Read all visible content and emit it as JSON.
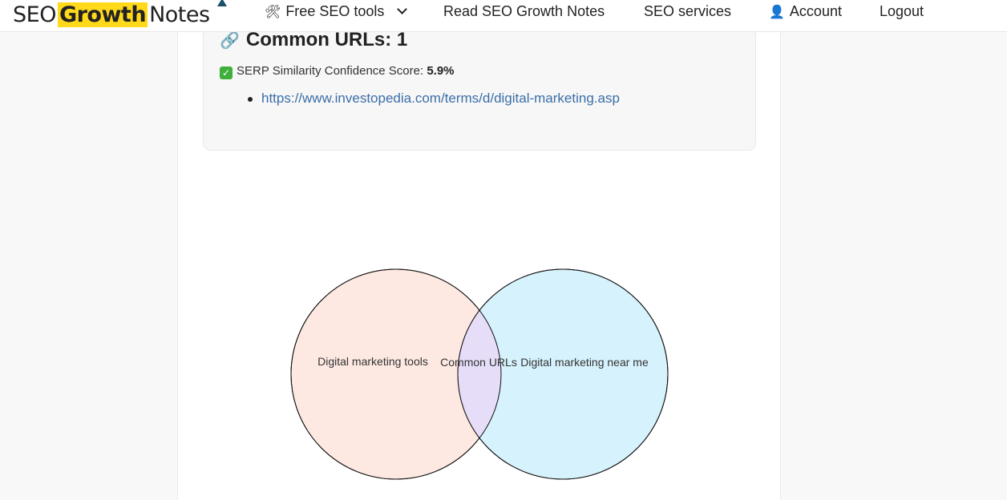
{
  "header": {
    "logo": {
      "seo": "SEO",
      "growth": "Growth",
      "notes": "Notes"
    },
    "nav": [
      {
        "icon": "🛠",
        "label": "Free SEO tools"
      },
      {
        "label": "Read SEO Growth Notes"
      },
      {
        "label": "SEO services"
      },
      {
        "icon": "👤",
        "label": "Account"
      },
      {
        "label": "Logout"
      }
    ]
  },
  "results": {
    "title": "Common URLs: 1",
    "score_label": "SERP Similarity Confidence Score:",
    "score_value": "5.9%",
    "urls": [
      "https://www.investopedia.com/terms/d/digital-marketing.asp"
    ]
  },
  "venn": {
    "left_label": "Digital marketing tools",
    "right_label": "Digital marketing near me",
    "overlap_label": "Common URLs",
    "colors": {
      "left": "#fde9e2",
      "right": "#d6f2fc",
      "overlap": "#e6def9"
    }
  }
}
